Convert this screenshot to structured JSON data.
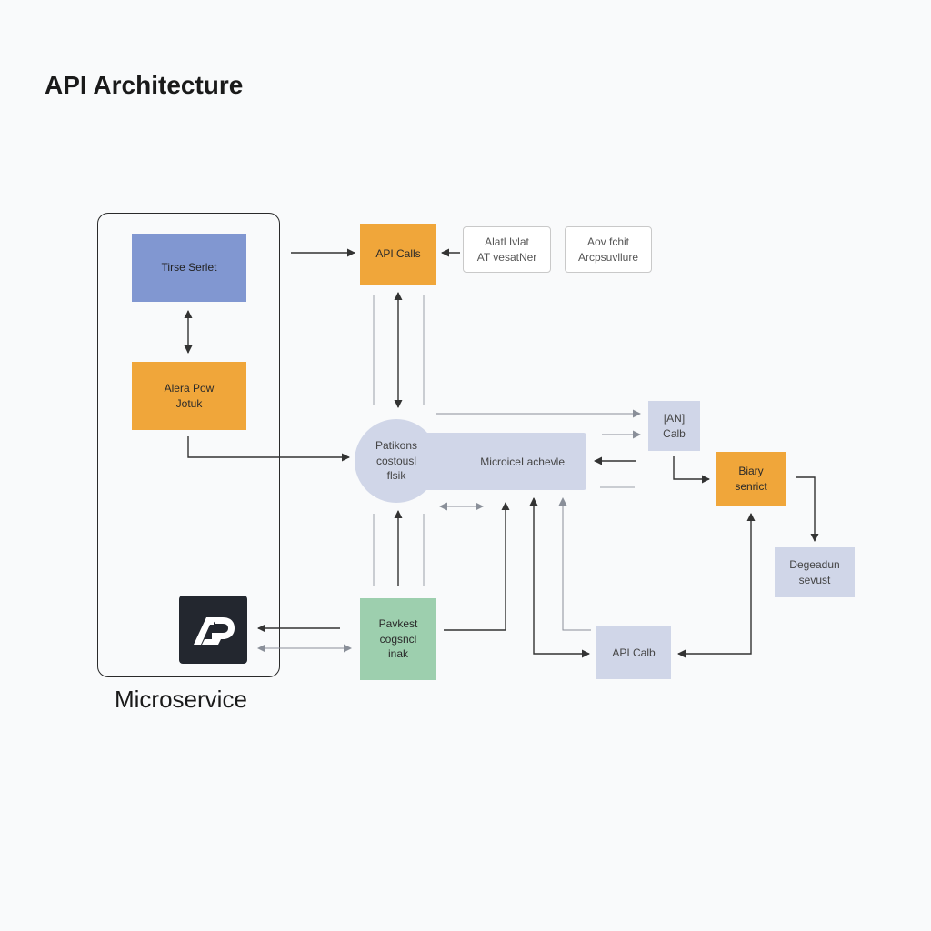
{
  "title": "API Architecture",
  "group_label": "Microservice",
  "nodes": {
    "first_service": "Tirse Serlet",
    "alpha_flow": "Alera Pow\nJotuk",
    "api_calls_top": "API Calls",
    "note_one": "Alatl Ivlat\nAT vesatNer",
    "note_two": "Aov fchit\nArcpsuvllure",
    "hub_circle": "Patikons\ncostousl\nflsik",
    "hub_bar": "MicroiceLachevle",
    "api_small": "[AN]\nCalb",
    "binary_service": "Biary\nsenrict",
    "degradation_service": "Degeadun\nsevust",
    "packet_config": "Pavkest\ncogsncl\ninak",
    "api_calls_bottom": "API Calb"
  },
  "colors": {
    "blue": "#8197d1",
    "orange": "#f0a63a",
    "lavender": "#d0d6e8",
    "green": "#9dcfae",
    "dark": "#23272f",
    "line_dark": "#333333",
    "line_gray": "#8a8f99"
  },
  "icons": {
    "logo": "ap-logo-icon"
  }
}
